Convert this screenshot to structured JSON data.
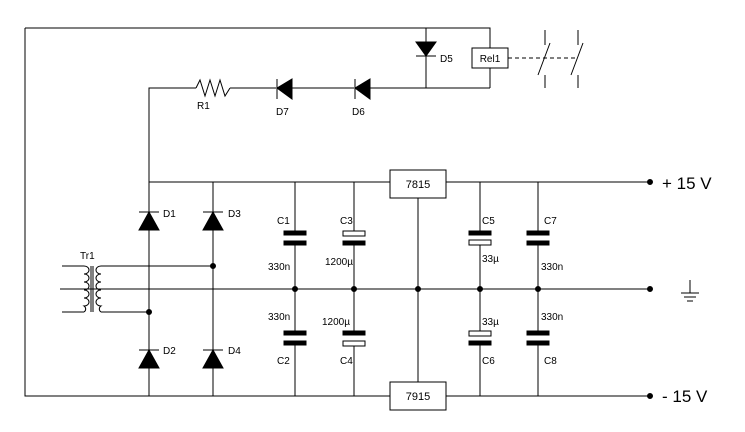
{
  "components": {
    "relay": "Rel1",
    "transformer": "Tr1",
    "resistor": "R1",
    "diodes": {
      "d1": "D1",
      "d2": "D2",
      "d3": "D3",
      "d4": "D4",
      "d5": "D5",
      "d6": "D6",
      "d7": "D7"
    },
    "regulators": {
      "positive": "7815",
      "negative": "7915"
    },
    "capacitors": {
      "c1": {
        "name": "C1",
        "value": "330n"
      },
      "c2": {
        "name": "C2",
        "value": "330n"
      },
      "c3": {
        "name": "C3",
        "value": "1200µ"
      },
      "c4": {
        "name": "C4",
        "value": "1200µ"
      },
      "c5": {
        "name": "C5",
        "value": "33µ"
      },
      "c6": {
        "name": "C6",
        "value": "33µ"
      },
      "c7": {
        "name": "C7",
        "value": "330n"
      },
      "c8": {
        "name": "C8",
        "value": "330n"
      }
    }
  },
  "outputs": {
    "positive": "+ 15 V",
    "negative": "- 15 V"
  }
}
